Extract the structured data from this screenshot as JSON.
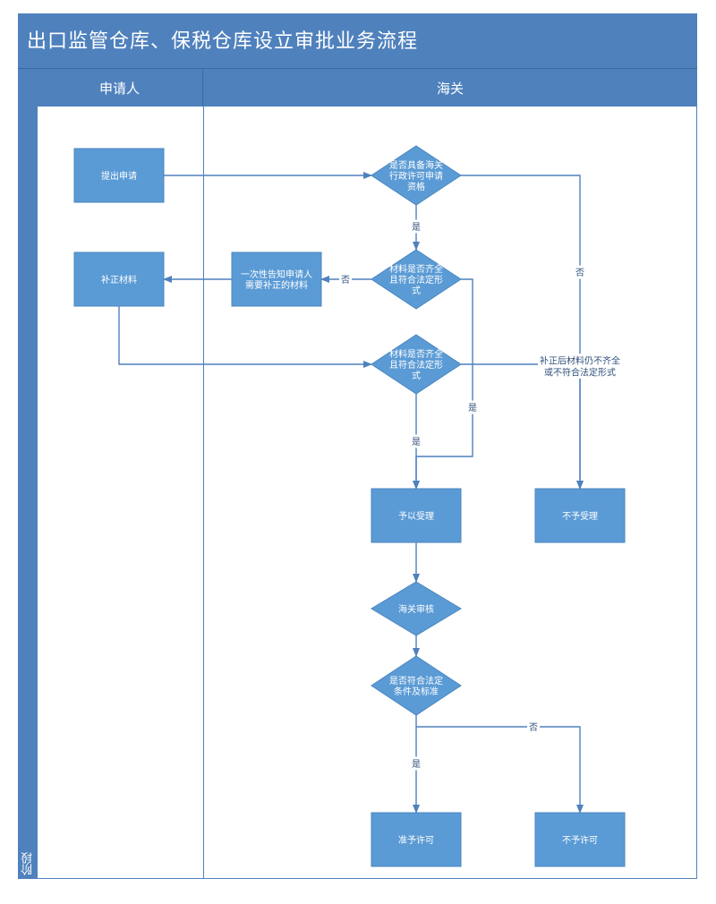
{
  "title": "出口监管仓库、保税仓库设立审批业务流程",
  "phase_label": "阶段",
  "lanes": [
    {
      "label": "申请人"
    },
    {
      "label": "海关"
    }
  ],
  "nodes": [
    {
      "id": "submit",
      "shape": "rect",
      "lines": [
        "提出申请"
      ]
    },
    {
      "id": "check_qual",
      "shape": "diamond",
      "lines": [
        "是否具备海关",
        "行政许可申请",
        "资格"
      ]
    },
    {
      "id": "check_mat1",
      "shape": "diamond",
      "lines": [
        "材料是否齐全",
        "且符合法定形",
        "式"
      ]
    },
    {
      "id": "notify",
      "shape": "rect",
      "lines": [
        "一次性告知申请人",
        "需要补正的材料"
      ]
    },
    {
      "id": "supplement",
      "shape": "rect",
      "lines": [
        "补正材料"
      ]
    },
    {
      "id": "check_mat2",
      "shape": "diamond",
      "lines": [
        "材料是否齐全",
        "且符合法定形",
        "式"
      ]
    },
    {
      "id": "accept",
      "shape": "rect",
      "lines": [
        "予以受理"
      ]
    },
    {
      "id": "reject_accept",
      "shape": "rect",
      "lines": [
        "不予受理"
      ]
    },
    {
      "id": "review",
      "shape": "diamond",
      "lines": [
        "海关审核"
      ]
    },
    {
      "id": "check_cond",
      "shape": "diamond",
      "lines": [
        "是否符合法定",
        "条件及标准"
      ]
    },
    {
      "id": "grant",
      "shape": "rect",
      "lines": [
        "准予许可"
      ]
    },
    {
      "id": "deny",
      "shape": "rect",
      "lines": [
        "不予许可"
      ]
    }
  ],
  "edges": [
    {
      "from": "submit",
      "to": "check_qual",
      "label": ""
    },
    {
      "from": "check_qual",
      "to": "check_mat1",
      "label": "是"
    },
    {
      "from": "check_qual",
      "to": "reject_accept",
      "label": "否"
    },
    {
      "from": "check_mat1",
      "to": "notify",
      "label": "否"
    },
    {
      "from": "notify",
      "to": "supplement",
      "label": ""
    },
    {
      "from": "supplement",
      "to": "check_mat2",
      "label": ""
    },
    {
      "from": "check_mat1",
      "to": "accept",
      "label": "是"
    },
    {
      "from": "check_mat2",
      "to": "accept",
      "label": "是"
    },
    {
      "from": "check_mat2",
      "to": "reject_accept",
      "label": "补正后材料仍不齐全或不符合法定形式"
    },
    {
      "from": "accept",
      "to": "review",
      "label": ""
    },
    {
      "from": "review",
      "to": "check_cond",
      "label": ""
    },
    {
      "from": "check_cond",
      "to": "grant",
      "label": "是"
    },
    {
      "from": "check_cond",
      "to": "deny",
      "label": "否"
    }
  ],
  "edge_label_lines": {
    "check_mat2->reject_accept": [
      "补正后材料仍不齐全",
      "或不符合法定形式"
    ]
  },
  "colors": {
    "node_fill": "#5b9bd5",
    "node_stroke": "#4a86c0",
    "edge": "#4f81bd",
    "header": "#4f81bd"
  }
}
